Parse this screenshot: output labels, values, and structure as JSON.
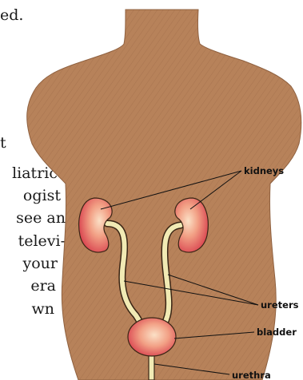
{
  "labels": {
    "kidneys": "kidneys",
    "ureters": "ureters",
    "bladder": "bladder",
    "urethra": "urethra"
  },
  "side_text_fragments": [
    "ed.",
    "t",
    "liatric",
    "ogist",
    "see an",
    "televi-",
    "your",
    "era",
    "wn"
  ],
  "colors": {
    "skin": "#b7825a",
    "skin_shadow": "#8f6140",
    "kidney_fill": "#e8606a",
    "kidney_highlight": "#f9d0b8",
    "ureter": "#f1eab4",
    "outline": "#3a2515"
  }
}
